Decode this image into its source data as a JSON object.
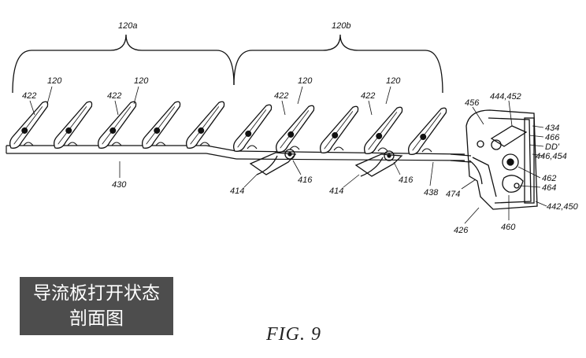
{
  "figure": {
    "title": "FIG. 9",
    "caption_lines": [
      "导流板打开状态",
      "剖面图"
    ],
    "groups": {
      "a": "120a",
      "b": "120b"
    },
    "labels": {
      "l422_1": "422",
      "l120_1": "120",
      "l422_2": "422",
      "l120_2": "120",
      "l120_3": "120",
      "l422_3": "422",
      "l120_4": "120",
      "l422_4": "422",
      "l430": "430",
      "l414_1": "414",
      "l416_1": "416",
      "l414_2": "414",
      "l416_2": "416",
      "l438": "438",
      "l474": "474",
      "l426": "426",
      "l460": "460",
      "l456": "456",
      "l444": "444,452",
      "l434": "434",
      "l466": "466",
      "lDD": "DD'",
      "l446": "446,454",
      "l462": "462",
      "l464": "464",
      "l442": "442,450"
    }
  }
}
